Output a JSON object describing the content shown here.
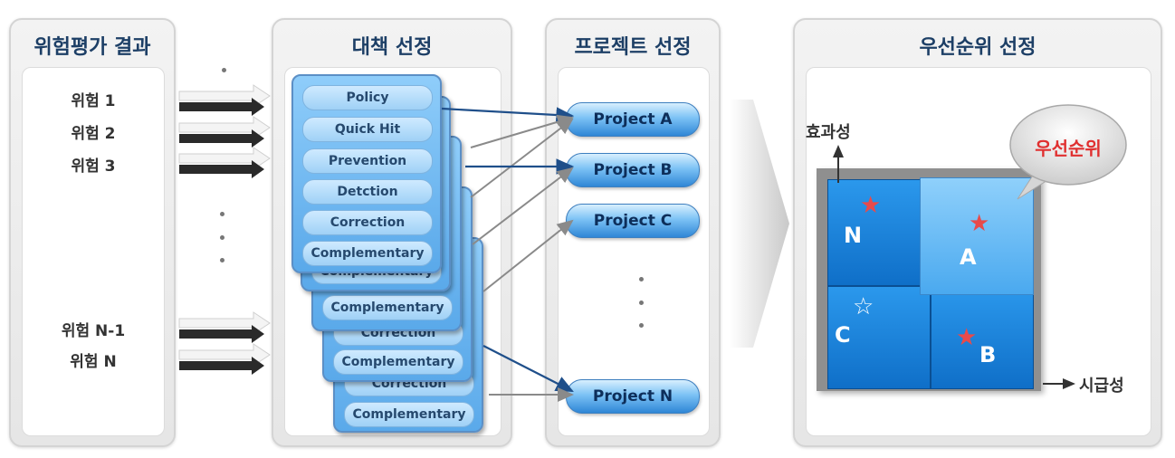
{
  "risk_panel": {
    "title": "위험평가 결과",
    "items": [
      "위험 1",
      "위험 2",
      "위험 3",
      "위험 N-1",
      "위험 N"
    ]
  },
  "countermeasure_panel": {
    "title": "대책 선정",
    "front_card_items": [
      "Policy",
      "Quick Hit",
      "Prevention",
      "Detction",
      "Correction",
      "Complementary"
    ],
    "back_card_labels": [
      "Complementary",
      "Complementary",
      "Correction",
      "Complementary",
      "Correction",
      "Complementary"
    ]
  },
  "project_panel": {
    "title": "프로젝트 선정",
    "projects": [
      "Project A",
      "Project B",
      "Project C",
      "Project N"
    ]
  },
  "priority_panel": {
    "title": "우선순위 선정",
    "y_axis_label": "효과성",
    "x_axis_label": "시급성",
    "bubble_label": "우선순위",
    "cubes": [
      "N",
      "A",
      "C",
      "B"
    ]
  },
  "colors": {
    "title_text": "#1d3f66",
    "card_blue": "#6fb6ef",
    "cube_blue": "#1a87e0",
    "star_red": "#e84a4a",
    "bubble_text": "#e03030"
  }
}
